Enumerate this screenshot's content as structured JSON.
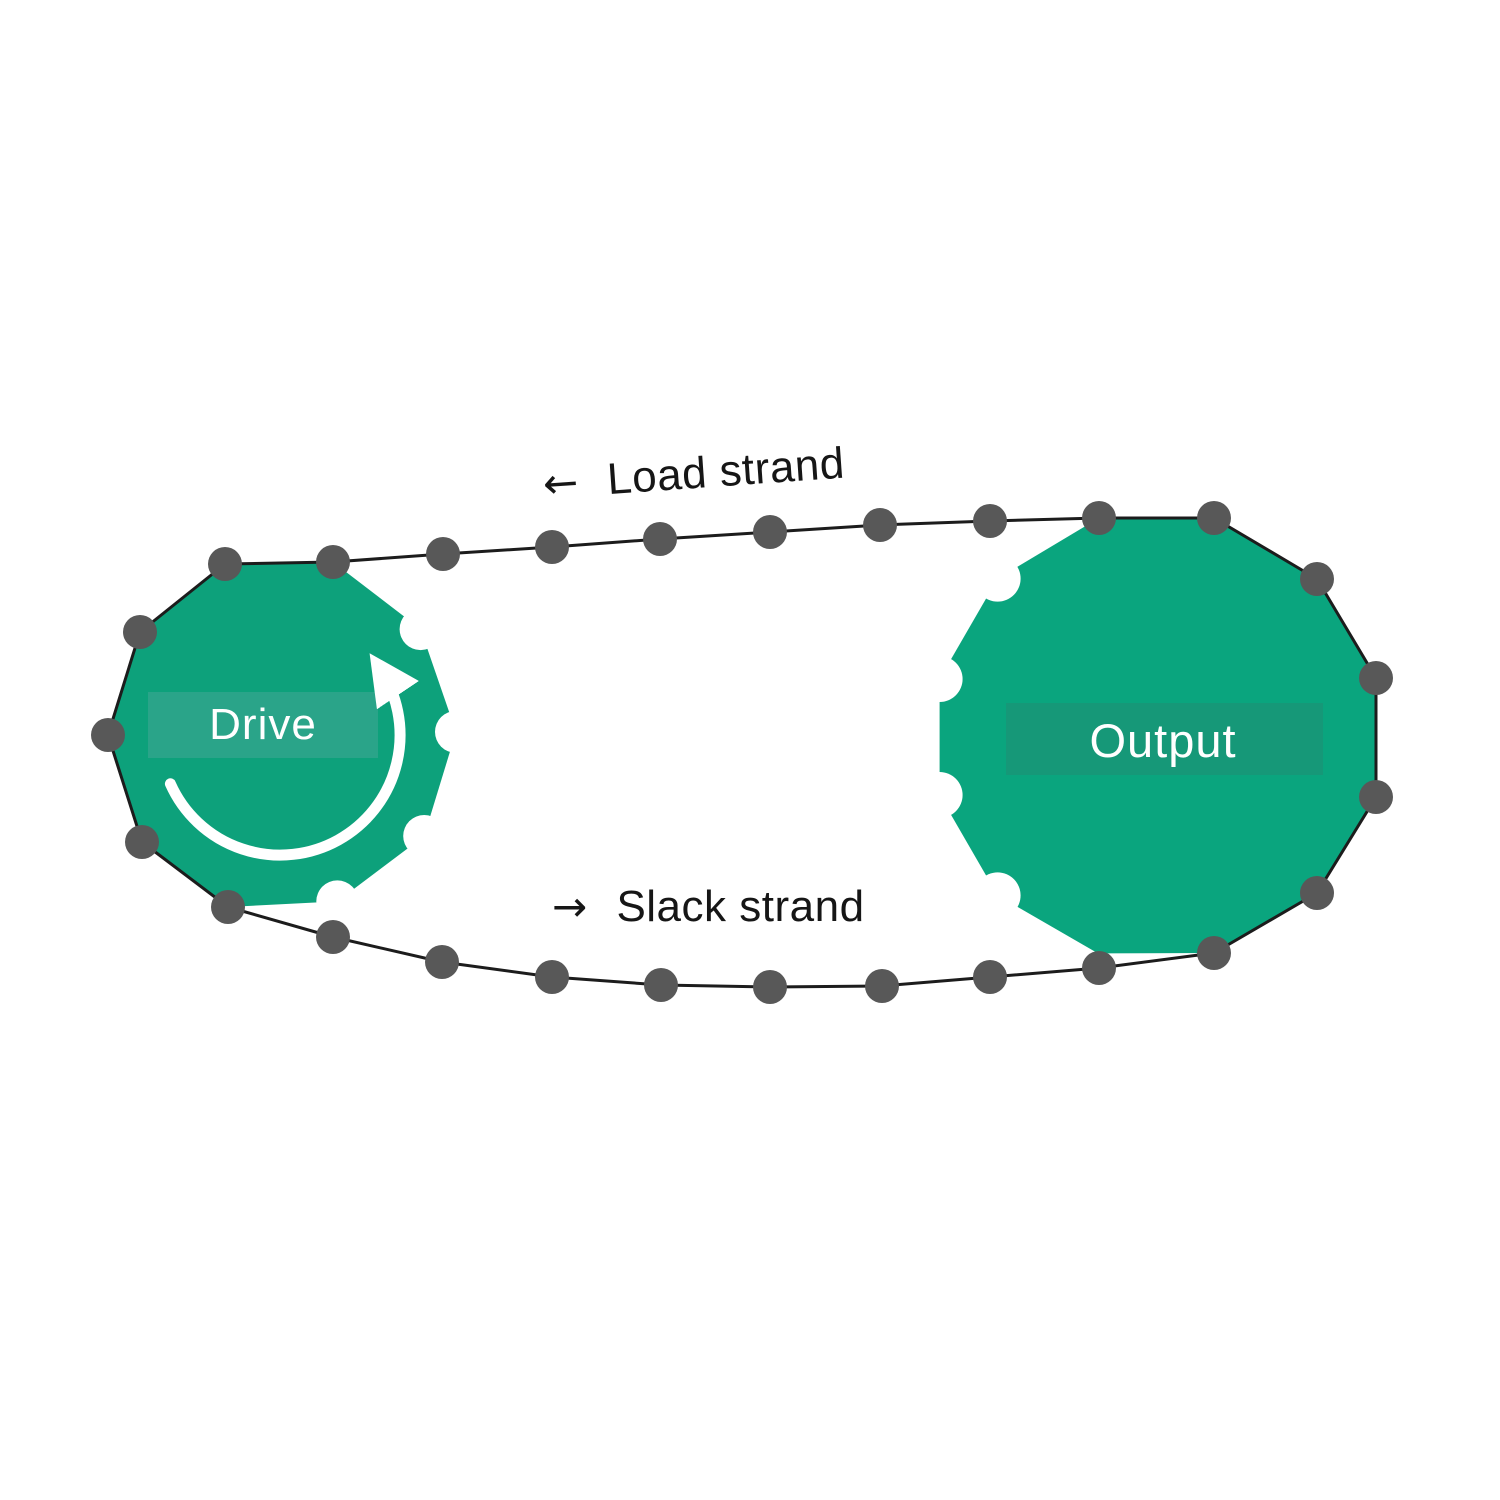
{
  "diagram": {
    "type": "chain-drive-two-sprockets",
    "colors": {
      "background": "#ffffff",
      "drive_sprocket_green": "#0da17b",
      "output_sprocket_green": "#0aa57e",
      "drive_label_band": "#2aa489",
      "output_label_band": "#169878",
      "chain_dot_gray": "#585858",
      "chain_line_black": "#1c1c1c",
      "strand_label_text": "#161616",
      "sprocket_label_text": "#ffffff",
      "rotation_arrow_white": "#ffffff"
    },
    "sprockets": {
      "drive": {
        "label": "Drive",
        "teeth": 10,
        "rotation_indicator": "counterclockwise-arc-arrow"
      },
      "output": {
        "label": "Output",
        "teeth": 12
      }
    },
    "strands": {
      "load": {
        "arrow": "←",
        "label": "Load strand",
        "direction": "left"
      },
      "slack": {
        "arrow": "→",
        "label": "Slack strand",
        "direction": "right"
      }
    },
    "chain": {
      "dot_count": 27,
      "dot_radius": 17
    }
  }
}
